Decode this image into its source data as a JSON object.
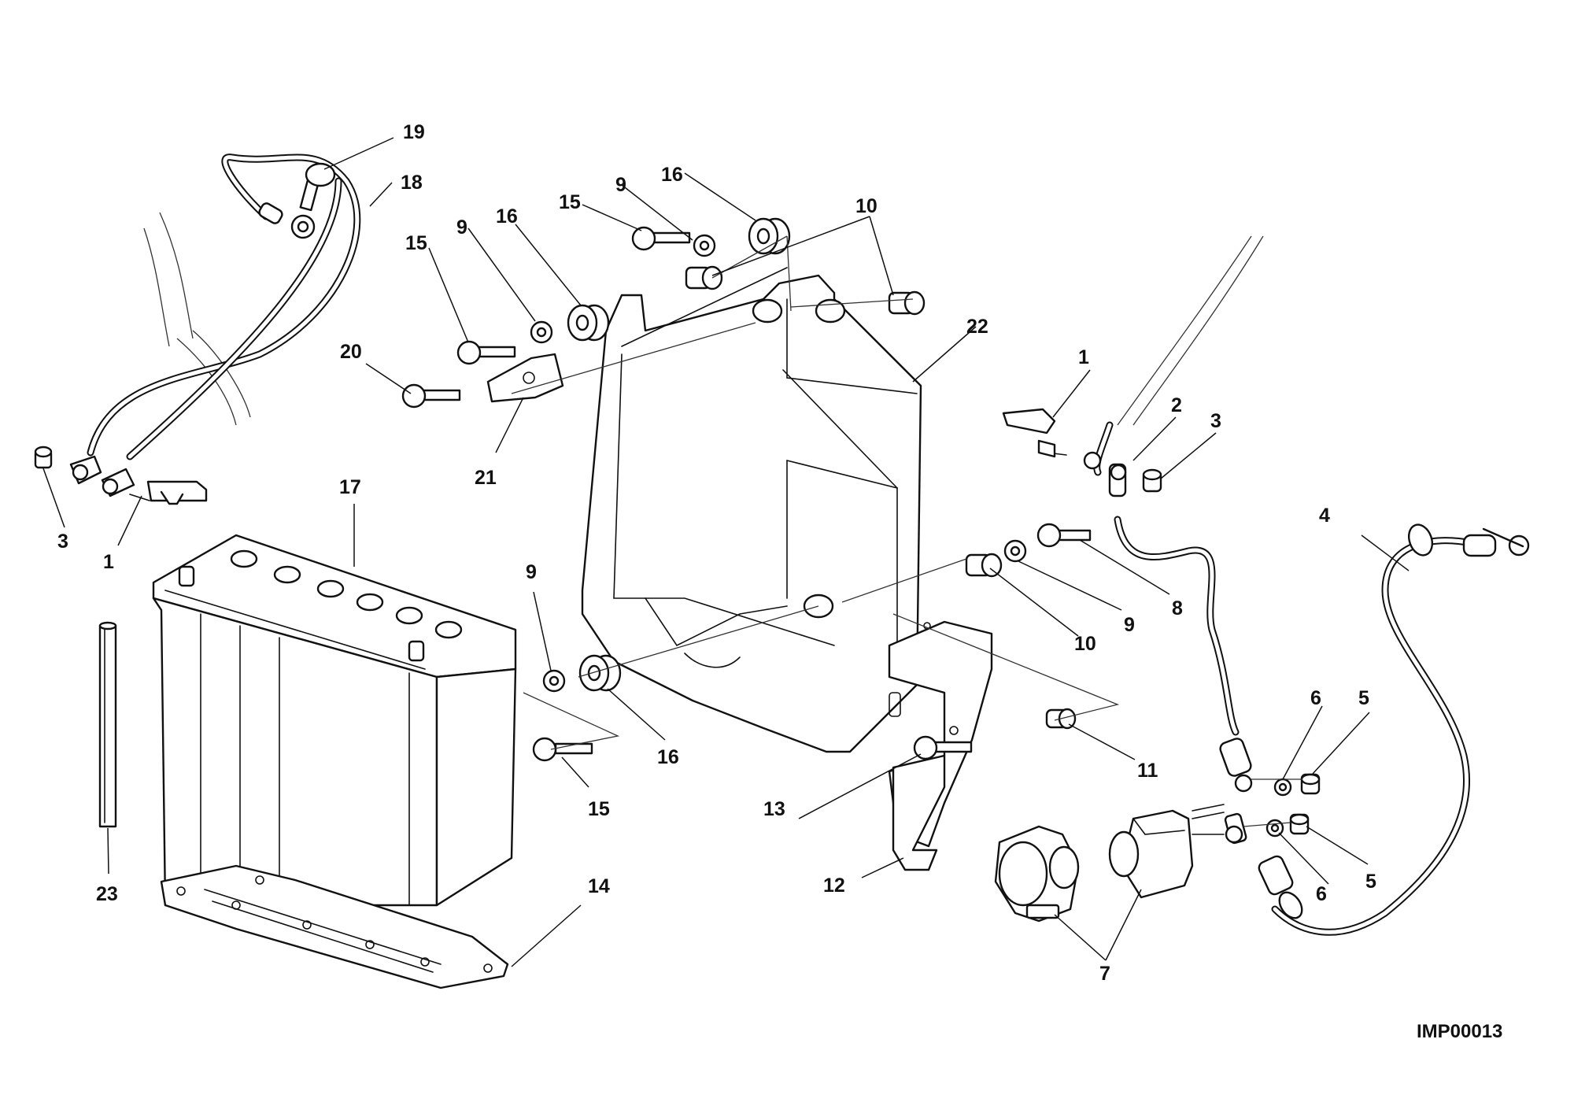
{
  "drawing_ref": "IMP00013",
  "callouts": [
    {
      "id": "c19",
      "label": "19"
    },
    {
      "id": "c18",
      "label": "18"
    },
    {
      "id": "c16a",
      "label": "16"
    },
    {
      "id": "c9a",
      "label": "9"
    },
    {
      "id": "c15a",
      "label": "15"
    },
    {
      "id": "c10a",
      "label": "10"
    },
    {
      "id": "c15b",
      "label": "15"
    },
    {
      "id": "c9b",
      "label": "9"
    },
    {
      "id": "c16b",
      "label": "16"
    },
    {
      "id": "c22",
      "label": "22"
    },
    {
      "id": "c20",
      "label": "20"
    },
    {
      "id": "c21",
      "label": "21"
    },
    {
      "id": "c1a",
      "label": "1"
    },
    {
      "id": "c2",
      "label": "2"
    },
    {
      "id": "c3a",
      "label": "3"
    },
    {
      "id": "c17",
      "label": "17"
    },
    {
      "id": "c3b",
      "label": "3"
    },
    {
      "id": "c1b",
      "label": "1"
    },
    {
      "id": "c4",
      "label": "4"
    },
    {
      "id": "c9c",
      "label": "9"
    },
    {
      "id": "c10b",
      "label": "10"
    },
    {
      "id": "c9d",
      "label": "9"
    },
    {
      "id": "c8",
      "label": "8"
    },
    {
      "id": "c16c",
      "label": "16"
    },
    {
      "id": "c15c",
      "label": "15"
    },
    {
      "id": "c11",
      "label": "11"
    },
    {
      "id": "c13",
      "label": "13"
    },
    {
      "id": "c6a",
      "label": "6"
    },
    {
      "id": "c5a",
      "label": "5"
    },
    {
      "id": "c12",
      "label": "12"
    },
    {
      "id": "c6b",
      "label": "6"
    },
    {
      "id": "c5b",
      "label": "5"
    },
    {
      "id": "c23",
      "label": "23"
    },
    {
      "id": "c14",
      "label": "14"
    },
    {
      "id": "c7",
      "label": "7"
    }
  ]
}
